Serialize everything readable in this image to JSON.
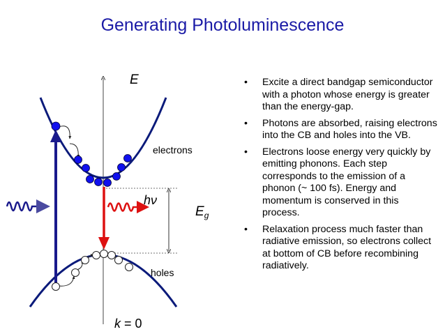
{
  "title": "Generating Photoluminescence",
  "diagram": {
    "energy_axis_label": "E",
    "conduction_band_label": "electrons",
    "valence_band_label": "holes",
    "photon_label": "hν",
    "gap_label_main": "E",
    "gap_label_sub": "g",
    "k_label_var": "k",
    "k_label_rest": " = 0",
    "colors": {
      "band": "#0a1a7a",
      "electron": "#1010ee",
      "absorption_arrow": "#1a1a8c",
      "emission_arrow": "#dd1111",
      "incoming_photon_arrow": "#4a4aa0"
    }
  },
  "bullets": [
    {
      "marker": "•",
      "text": "Excite a direct bandgap semiconductor with a photon whose energy is greater than the energy-gap."
    },
    {
      "marker": "•",
      "text": "Photons are absorbed, raising electrons into the CB and holes into the VB."
    },
    {
      "marker": "•",
      "text": "Electrons loose energy very quickly by emitting phonons. Each step corresponds to the emission of a phonon (~ 100 fs). Energy and momentum is conserved in this process."
    },
    {
      "marker": "•",
      "text": "Relaxation process much faster than radiative emission, so electrons collect at bottom of CB before recombining radiatively."
    }
  ]
}
